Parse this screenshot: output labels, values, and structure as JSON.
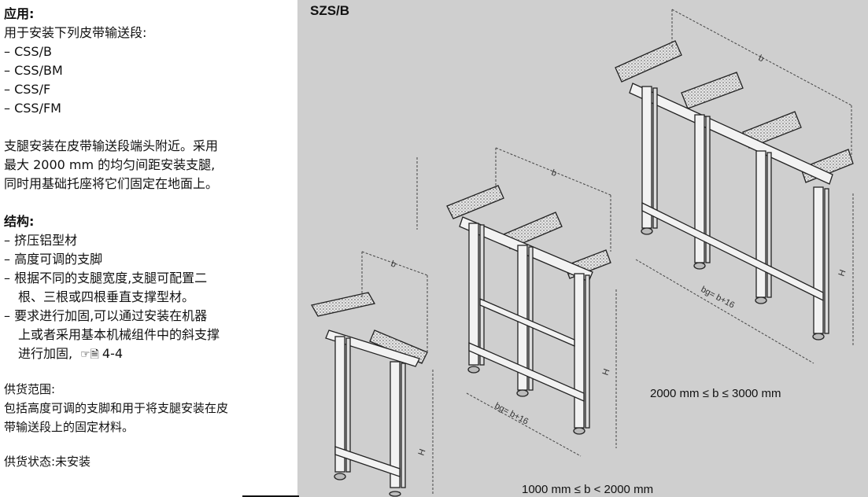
{
  "application": {
    "heading": "应用:",
    "intro": "用于安装下列皮带输送段:",
    "items": [
      "– CSS/B",
      "– CSS/BM",
      "– CSS/F",
      "– CSS/FM"
    ]
  },
  "description": {
    "lines": [
      "支腿安装在皮带输送段端头附近。采用",
      "最大 2000 mm 的均匀间距安装支腿,",
      "同时用基础托座将它们固定在地面上。"
    ]
  },
  "construction": {
    "heading": "结构:",
    "item1": "– 挤压铝型材",
    "item2": "– 高度可调的支脚",
    "item3_line1": "– 根据不同的支腿宽度,支腿可配置二",
    "item3_line2": "根、三根或四根垂直支撑型材。",
    "item4_line1": "– 要求进行加固,可以通过安装在机器",
    "item4_line2": "上或者采用基本机械组件中的斜支撑",
    "item4_line3": "进行加固,",
    "item4_ref_icon": "☞🗎",
    "item4_ref": "4-4"
  },
  "scope": {
    "heading": "供货范围:",
    "line1": "包括高度可调的支脚和用于将支腿安装在皮",
    "line2": "带输送段上的固定材料。"
  },
  "delivery": {
    "text": "供货状态:未安装"
  },
  "figure": {
    "title": "SZS/B",
    "range_large": "2000 mm ≤ b ≤ 3000 mm",
    "range_mid": "1000 mm ≤ b < 2000 mm",
    "dim_b": "b",
    "dim_h": "H",
    "dim_bg": "bg= b+16",
    "colors": {
      "panel": "#cfcfcf",
      "frame": "#f2f2f2",
      "outline": "#222222"
    }
  }
}
